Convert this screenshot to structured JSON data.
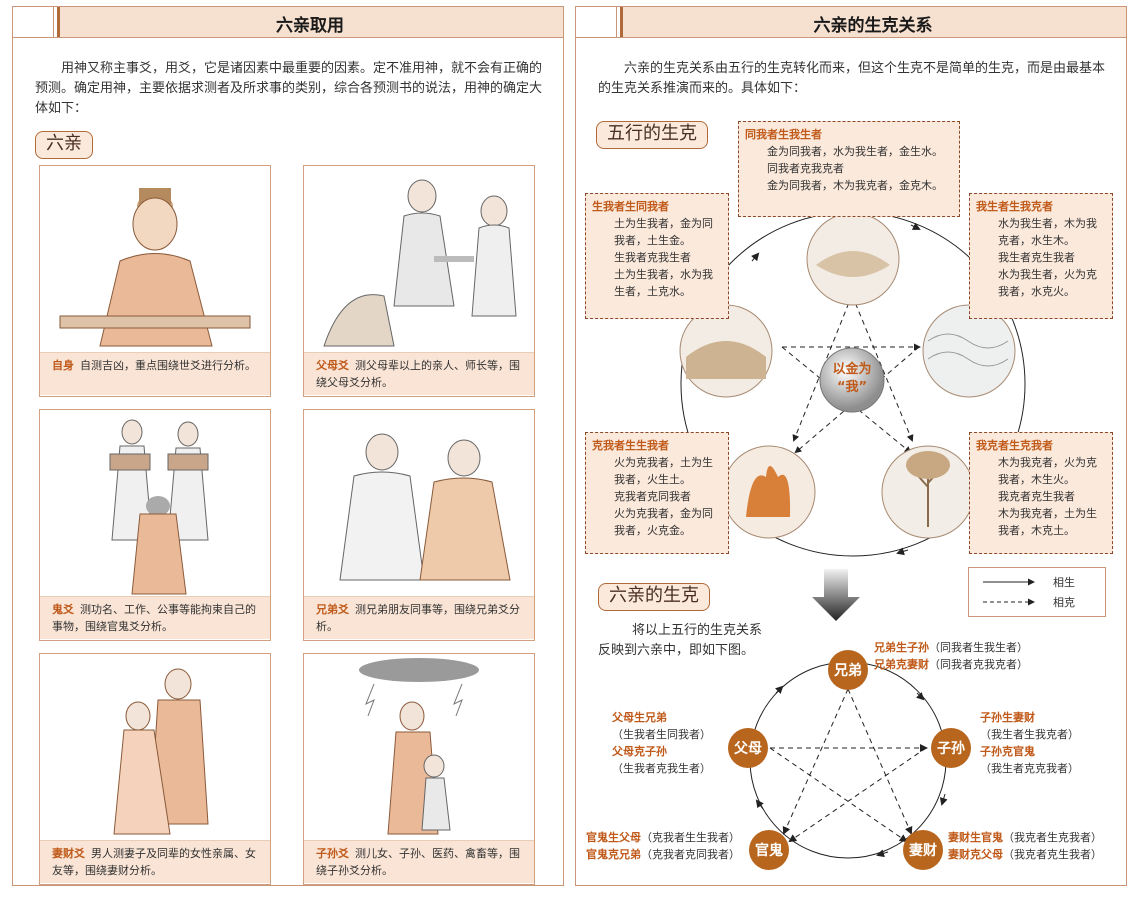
{
  "left": {
    "title": "六亲取用",
    "intro": "用神又称主事爻，用爻，它是诸因素中最重要的因素。定不准用神，就不会有正确的预测。确定用神，主要依据求测者及所求事的类别，综合各预测书的说法，用神的确定大体如下：",
    "section": "六亲",
    "cards": [
      {
        "term": "自身",
        "desc": "自测吉凶，重点围绕世爻进行分析。"
      },
      {
        "term": "父母爻",
        "desc": "测父母辈以上的亲人、师长等，围绕父母爻分析。"
      },
      {
        "term": "鬼爻",
        "desc": "测功名、工作、公事等能拘束自己的事物，围绕官鬼爻分析。"
      },
      {
        "term": "兄弟爻",
        "desc": "测兄弟朋友同事等，围绕兄弟爻分析。"
      },
      {
        "term": "妻财爻",
        "desc": "男人测妻子及同辈的女性亲属、女友等，围绕妻财分析。"
      },
      {
        "term": "子孙爻",
        "desc": "测儿女、子孙、医药、禽畜等，围绕子孙爻分析。"
      }
    ]
  },
  "right": {
    "title": "六亲的生克关系",
    "intro": "六亲的生克关系由五行的生克转化而来，但这个生克不是简单的生克，而是由最基本的生克关系推演而来的。具体如下：",
    "section_wuxing": "五行的生克",
    "center_label_1": "以金为",
    "center_label_2": "“我”",
    "boxes": {
      "top": {
        "head": "同我者生我生者",
        "lines": [
          "金为同我者，水为我生者，金生水。",
          "同我者克我克者",
          "金为同我者，木为我克者，金克木。"
        ]
      },
      "left": {
        "head": "生我者生同我者",
        "lines": [
          "土为生我者，金为同我者，土生金。",
          "生我者克我生者",
          "土为生我者，水为我生者，土克水。"
        ]
      },
      "right": {
        "head": "我生者生我克者",
        "lines": [
          "水为我生者，木为我克者，水生木。",
          "我生者克生我者",
          "水为我生者，火为克我者，水克火。"
        ]
      },
      "bleft": {
        "head": "克我者生生我者",
        "lines": [
          "火为克我者，土为生我者，火生土。",
          "克我者克同我者",
          "火为克我者，金为同我者，火克金。"
        ]
      },
      "bright": {
        "head": "我克者生克我者",
        "lines": [
          "木为我克者，火为克我者，木生火。",
          "我克者克生我者",
          "木为我克者，土为生我者，木克土。"
        ]
      }
    },
    "legend": {
      "sheng": "相生",
      "ke": "相克"
    },
    "section_liuqin": "六亲的生克",
    "liuqin_intro_1": "将以上五行的生克关系",
    "liuqin_intro_2": "反映到六亲中，即如下图。",
    "nodes": {
      "xiongdi": "兄弟",
      "zisun": "子孙",
      "qicai": "妻财",
      "guangui": "官鬼",
      "fumu": "父母"
    },
    "ann": {
      "xiongdi": [
        {
          "o": "兄弟生子孙",
          "t": "（同我者生我生者）"
        },
        {
          "o": "兄弟克妻财",
          "t": "（同我者克我克者）"
        }
      ],
      "zisun": [
        {
          "o": "子孙生妻财",
          "t": "（我生者生我克者）"
        },
        {
          "o": "子孙克官鬼",
          "t": "（我生者克克我者）"
        }
      ],
      "fumu": [
        {
          "o": "父母生兄弟",
          "t": "（生我者生同我者）"
        },
        {
          "o": "父母克子孙",
          "t": "（生我者克我生者）"
        }
      ],
      "guangui": [
        {
          "o": "官鬼生父母",
          "t": "（克我者生生我者）"
        },
        {
          "o": "官鬼克兄弟",
          "t": "（克我者克同我者）"
        }
      ],
      "qicai": [
        {
          "o": "妻财生官鬼",
          "t": "（我克者生克我者）"
        },
        {
          "o": "妻财克父母",
          "t": "（我克者克生我者）"
        }
      ]
    }
  }
}
